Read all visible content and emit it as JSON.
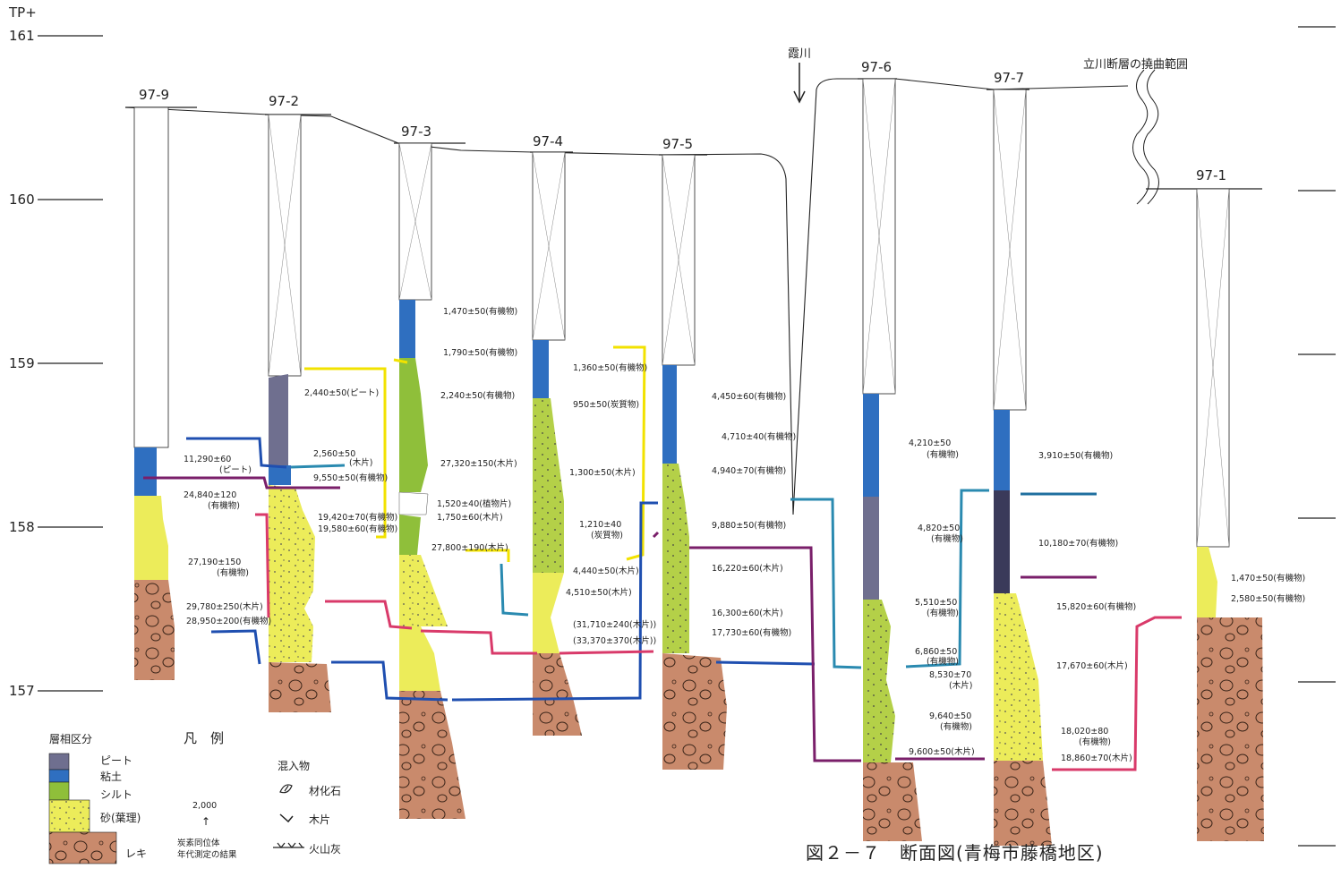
{
  "axis": {
    "label": "TP+",
    "ticks": [
      "161",
      "160",
      "159",
      "158",
      "157"
    ]
  },
  "boreholes": [
    "97-9",
    "97-2",
    "97-3",
    "97-4",
    "97-5",
    "97-6",
    "97-7",
    "97-1"
  ],
  "annotations": {
    "river": "霞川",
    "fault_zone": "立川断層の撓曲範囲"
  },
  "dates": {
    "b979": [
      "11,290±60",
      "(ピート)",
      "24,840±120",
      "(有機物)",
      "27,190±150",
      "(有機物)",
      "29,780±250(木片)",
      "28,950±200(有機物)"
    ],
    "b972": [
      "2,440±50(ピート)",
      "2,560±50",
      "(木片)",
      "9,550±50(有機物)",
      "19,420±70(有機物)",
      "19,580±60(有機物)"
    ],
    "b973": [
      "1,470±50(有機物)",
      "1,790±50(有機物)",
      "2,240±50(有機物)",
      "27,320±150(木片)",
      "1,520±40(植物片)",
      "1,750±60(木片)",
      "27,800±190(木片)"
    ],
    "b974": [
      "1,360±50(有機物)",
      "950±50(炭質物)",
      "1,300±50(木片)",
      "1,210±40",
      "(炭質物)",
      "4,440±50(木片)",
      "4,510±50(木片)",
      "(31,710±240(木片))",
      "(33,370±370(木片))"
    ],
    "b975": [
      "4,450±60(有機物)",
      "4,710±40(有機物)",
      "4,940±70(有機物)",
      "9,880±50(有機物)",
      "16,220±60(木片)",
      "16,300±60(木片)",
      "17,730±60(有機物)"
    ],
    "b976": [
      "4,210±50",
      "(有機物)",
      "4,820±50",
      "(有機物)",
      "5,510±50",
      "(有機物)",
      "6,860±50",
      "(有機物)",
      "8,530±70",
      "(木片)",
      "9,640±50",
      "(有機物)",
      "9,600±50(木片)"
    ],
    "b977": [
      "3,910±50(有機物)",
      "10,180±70(有機物)",
      "15,820±60(有機物)",
      "17,670±60(木片)",
      "18,020±80",
      "(有機物)",
      "18,860±70(木片)"
    ],
    "b971": [
      "1,470±50(有機物)",
      "2,580±50(有機物)"
    ]
  },
  "legend": {
    "facies_title": "層相区分",
    "facies": [
      "ピート",
      "粘土",
      "シルト",
      "砂(葉理)",
      "レキ"
    ],
    "hanrei": "凡　例",
    "sample_value": "2,000",
    "arrow": "↑",
    "note": [
      "炭素同位体",
      "年代測定の結果"
    ],
    "mixture_title": "混入物",
    "mixtures": [
      "材化石",
      "木片",
      "火山灰"
    ]
  },
  "title": "図２－７　断面図(青梅市藤橋地区)",
  "colors": {
    "peat": "#6f6f8f",
    "clay": "#2f6fc0",
    "silt": "#8fbf3a",
    "sand": "#ecec5a",
    "gravel": "#c98a6c",
    "yellow_line": "#f2e200",
    "blue_line": "#1f4fb0",
    "teal_line": "#2a8ab0",
    "purple_line": "#7a1f6a",
    "pink_line": "#d93a6a"
  }
}
